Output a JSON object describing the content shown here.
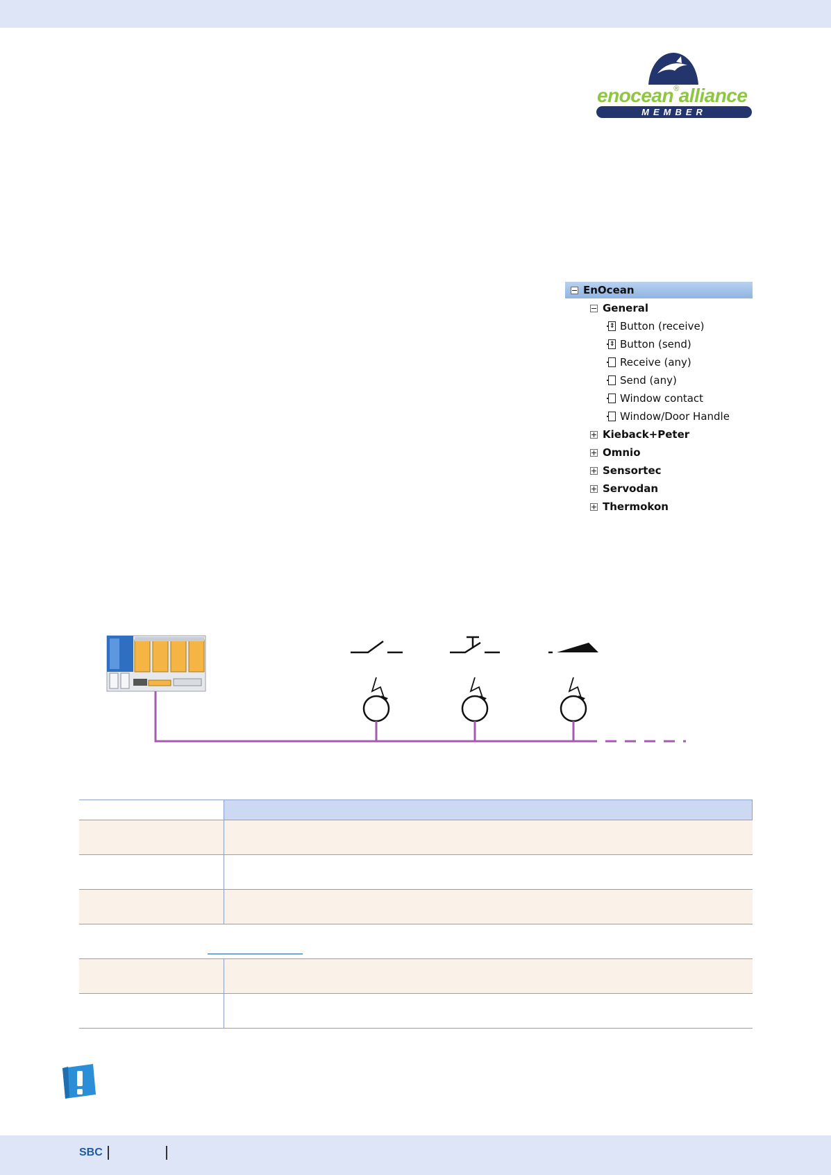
{
  "logo": {
    "brand_text": "enocean",
    "brand_text2": "alliance",
    "registered": "®",
    "member_text": "MEMBER"
  },
  "tree": {
    "root": "EnOcean",
    "general": {
      "label": "General",
      "items": [
        "Button (receive)",
        "Button (send)",
        "Receive (any)",
        "Send (any)",
        "Window contact",
        "Window/Door Handle"
      ]
    },
    "groups": [
      "Kieback+Peter",
      "Omnio",
      "Sensortec",
      "Servodan",
      "Thermokon"
    ]
  },
  "footer": {
    "brand": "SBC"
  },
  "colors": {
    "band": "#dde5f6",
    "bus_line": "#a45bb0",
    "table_border": "#8aa0c8",
    "table_head": "#cdd9f2",
    "table_cream": "#faf2e8",
    "logo_green": "#8dc63f",
    "logo_navy": "#24346d",
    "note_blue": "#2a8fd6"
  },
  "icons": [
    "enocean-dolphin-icon",
    "tree-collapse-icon",
    "tree-expand-icon",
    "function-block-icon",
    "note-exclamation-icon"
  ]
}
